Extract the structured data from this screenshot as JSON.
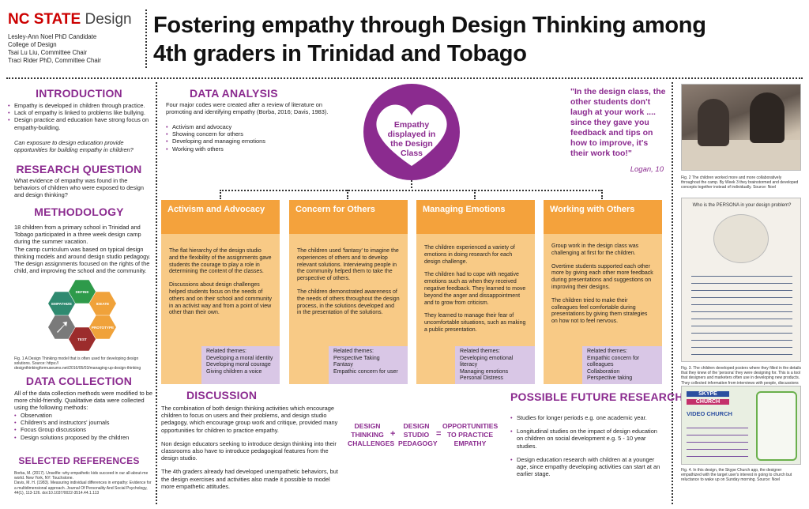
{
  "header": {
    "logo_nc": "NC STATE",
    "logo_design": "Design",
    "title_line1": "Fostering empathy through Design Thinking among",
    "title_line2": "4th graders in Trinidad and Tobago",
    "authors": [
      "Lesley-Ann Noel PhD Candidate",
      "College of Design",
      "Tsai Lu Liu, Committee Chair",
      "Traci Rider PhD, Committee Chair"
    ]
  },
  "introduction": {
    "heading": "INTRODUCTION",
    "bullets": [
      "Empathy is developed in children through practice.",
      "Lack of empathy is linked to problems like bullying.",
      "Design practice and education have strong focus on empathy-building."
    ],
    "question": "Can exposure to design education provide opportunities for building empathy in children?"
  },
  "research_question": {
    "heading": "RESEARCH QUESTION",
    "text": "What evidence of empathy was found in the behaviors of children who were exposed to design and design thinking?"
  },
  "methodology": {
    "heading": "METHODOLOGY",
    "text": "18 children from a primary school in Trinidad and Tobago participated in a three week design camp during the summer vacation.\nThe camp curriculum was based on typical design thinking models and around design studio pedagogy. The design assignments focused on the rights of the child, and improving the school and the community.",
    "hex_labels": [
      "DEFINE",
      "IDEATE",
      "PROTOTYPE",
      "TEST",
      "EMPATHIZE"
    ],
    "hex_colors": [
      "#2e9a4a",
      "#f0a23a",
      "#f0a23a",
      "#9c2c2c",
      "#2f8a70"
    ],
    "caption": "Fig. 1 A Design Thinking model that is often used for developing design solutions. Source: https:// designthinkingformuseums.net/2016/05/03/managing-up-design-thinking"
  },
  "data_collection": {
    "heading": "DATA COLLECTION",
    "text": "All of the data collection methods were modified to be more child-friendly. Qualitative data were collected using the following methods:",
    "bullets": [
      "Observation",
      "Children's and instructors' journals",
      "Focus Group discussions",
      "Design solutions proposed by the children"
    ]
  },
  "references": {
    "heading": "SELECTED REFERENCES",
    "items": [
      "Borba, M. (2017). Unselfie: why empathetic kids succeed in our all-about-me world. New York, NY: Touchstone.",
      "Davis, M. H. (1983). Measuring individual differences in empathy: Evidence for a multidimensional approach. Journal Of Personality And Social Psychology, 44(1), 113-126. doi:10.1037/0022-3514.44.1.113"
    ]
  },
  "data_analysis": {
    "heading": "DATA ANALYSIS",
    "text": "Four major codes were created after a review of literature on promoting and identifying empathy (Borba, 2016; Davis, 1983).",
    "bullets": [
      "Activism and advocacy",
      "Showing concern for others",
      "Developing and managing emotions",
      "Working with others"
    ]
  },
  "heart": {
    "text": "Empathy displayed in the Design Class",
    "color": "#8b2b8f"
  },
  "quote": {
    "text": "\"In the design class, the other students don't laugh at your work .... since they gave you feedback and tips on how to improve, it's their work too!\"",
    "attribution": "Logan, 10"
  },
  "cards": [
    {
      "title": "Activism and Advocacy",
      "paras": [
        "The flat hierarchy of the design studio and the flexibility of the assignments gave students the courage to play a role in determining the content of the classes.",
        "Discussions about design challenges helped students focus on the needs of others and on their school and community in an activist way and from a point of view other than their own."
      ],
      "themes_label": "Related themes:",
      "themes": [
        "Developing a moral identity",
        "Developing moral courage",
        "Giving children a voice"
      ]
    },
    {
      "title": "Concern for Others",
      "paras": [
        "The children used 'fantasy' to imagine the experiences of others and to develop relevant solutions. Interviewing people in the community helped them to take the perspective of others.",
        "The children demonstrated awareness of the needs of others throughout the design process, in the solutions developed and in the presentation of the solutions."
      ],
      "themes_label": "Related themes:",
      "themes": [
        "Perspective Taking",
        "Fantasy",
        "Empathic concern for user"
      ]
    },
    {
      "title": "Managing Emotions",
      "paras": [
        "The children experienced a variety of emotions in doing research for each design challenge.",
        "The children had to cope with negative emotions such as when they received negative feedback. They learned to move beyond the anger and dissappointment and to grow from criticism.",
        "They learned to manage their fear of uncomfortable situations, such as making a public presentation."
      ],
      "themes_label": "Related themes:",
      "themes": [
        "Developing emotional literacy",
        "Managing emotions",
        "Personal Distress"
      ]
    },
    {
      "title": "Working with Others",
      "paras": [
        "Group work in the design class was challenging at first for the children.",
        "Overtime students supported each other more by giving each other more feedback during presentations and suggestions on improving their designs.",
        "The children tried to make their colleagues feel comfortable during presentations by giving them strategies on how not to feel nervous."
      ],
      "themes_label": "Related themes:",
      "themes": [
        "Empathic concern for colleagues",
        "Collaboration",
        "Perspective taking"
      ]
    }
  ],
  "discussion": {
    "heading": "DISCUSSION",
    "paras": [
      "The combination of both design thinking activities which encourage children to focus on users and their problems, and design studio pedagogy, which encourage group work and critique, provided many opportunities for children to practice empathy.",
      "Non design educators seeking to introduce design thinking into their classrooms also have to introduce pedagogical features from the design studio.",
      "The 4th graders already had developed unempathetic behaviors, but the design exercises and activities also made it possible to model more empathetic attitudes."
    ],
    "eq_a": "DESIGN THINKING CHALLENGES",
    "eq_plus": "+",
    "eq_b": "DESIGN STUDIO PEDAGOGY",
    "eq_eq": "=",
    "eq_c": "OPPORTUNITIES TO PRACTICE EMPATHY"
  },
  "future": {
    "heading": "POSSIBLE FUTURE RESEARCH",
    "bullets": [
      "Studies for longer periods e.g. one academic year.",
      "Longitudinal studies on the impact of design education on children on social development e.g. 5 - 10 year studies.",
      "Design education research with children at a younger age, since empathy developing activities can start at an earlier stage."
    ]
  },
  "figures": {
    "fig2": "Fig. 2 The children worked more and more collaboratively throughout the camp. By Week 3 they brainstormed and developed concepts together instead of individually. Source: Noel",
    "fig3_title": "Who is the PERSONA in your design problem?",
    "fig3": "Fig. 3. The children developed posters where they filled in the details that they knew of the 'persona' they were designing for. This is a tool that designers and marketers often use in developing new products. They collected information from interviews with people, discussions about their needs and observation of their target users. Source: Noel",
    "fig4_sign1": "SKYPE",
    "fig4_sign2": "CHURCH",
    "fig4_sign3": "VIDEO CHURCH",
    "fig4": "Fig. 4. In this design, the Skype Church app, the designer empathized with the target user's interest in going to church but reluctance to wake up on Sunday morning. Source: Noel"
  }
}
